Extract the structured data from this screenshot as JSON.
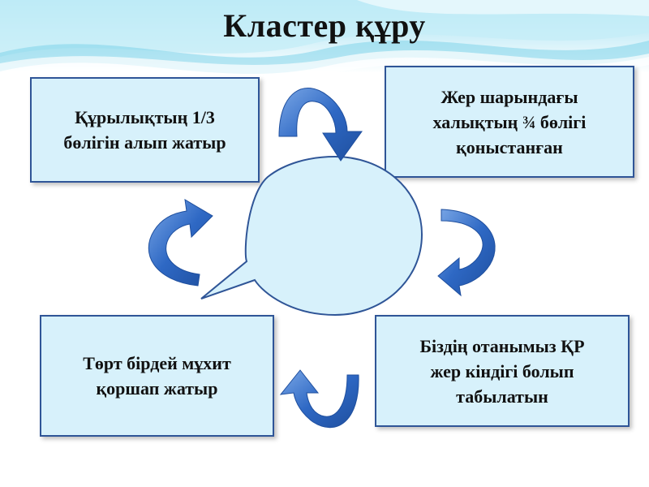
{
  "title": "Кластер құру",
  "nodes": [
    {
      "id": "tl",
      "text": "Құрылықтың 1/3\nбөлігін  алып  жатыр"
    },
    {
      "id": "tr",
      "text": "Жер шарындағы\nхалықтың ¾ бөлігі\nқоныстанған"
    },
    {
      "id": "bl",
      "text": "Төрт бірдей мұхит\nқоршап жатыр"
    },
    {
      "id": "br",
      "text": "Біздің отанымыз ҚР\nжер кіндігі болып\nтабылатын"
    }
  ],
  "center_bubble": {
    "text": ""
  },
  "colors": {
    "box_fill": "#d7f1fb",
    "box_border": "#2f5597",
    "arrow_fill": "#2e68c4",
    "arrow_light": "#6f9ee0",
    "bubble_fill": "#d7f1fb"
  },
  "icons": [
    "curved-arrow-icon"
  ]
}
